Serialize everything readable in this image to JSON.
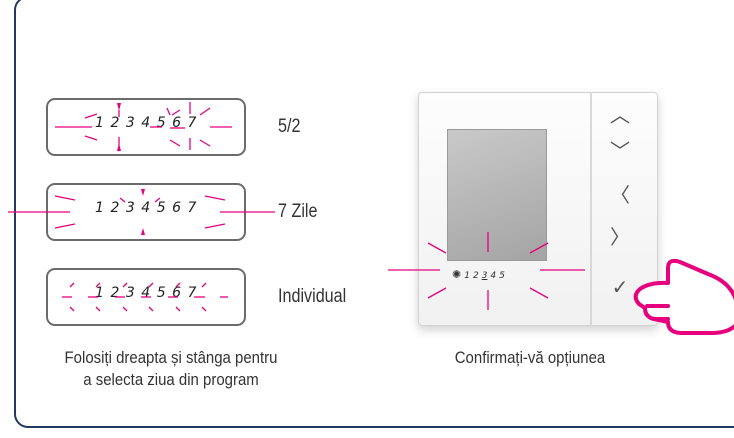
{
  "options": [
    {
      "days": [
        "1",
        "2",
        "3",
        "4",
        "5",
        "6",
        "7"
      ],
      "label": "5/2"
    },
    {
      "days": [
        "1",
        "2",
        "3",
        "4",
        "5",
        "6",
        "7"
      ],
      "label": "7 Zile"
    },
    {
      "days": [
        "1",
        "2",
        "3",
        "4",
        "5",
        "6",
        "7"
      ],
      "label": "Individual"
    }
  ],
  "left_caption": [
    "Folosiți dreapta și stânga pentru",
    "a selecta ziua din program"
  ],
  "right_caption": "Confirmați-vă opțiunea",
  "device": {
    "buttons": [
      "︿",
      "﹀",
      "〈",
      "〉",
      "✓"
    ],
    "screen_days": [
      "1",
      "2",
      "3",
      "4",
      "5"
    ]
  },
  "colors": {
    "frame": "#1f3a63",
    "highlight": "#e6007e",
    "box_border": "#6b6b6b"
  }
}
